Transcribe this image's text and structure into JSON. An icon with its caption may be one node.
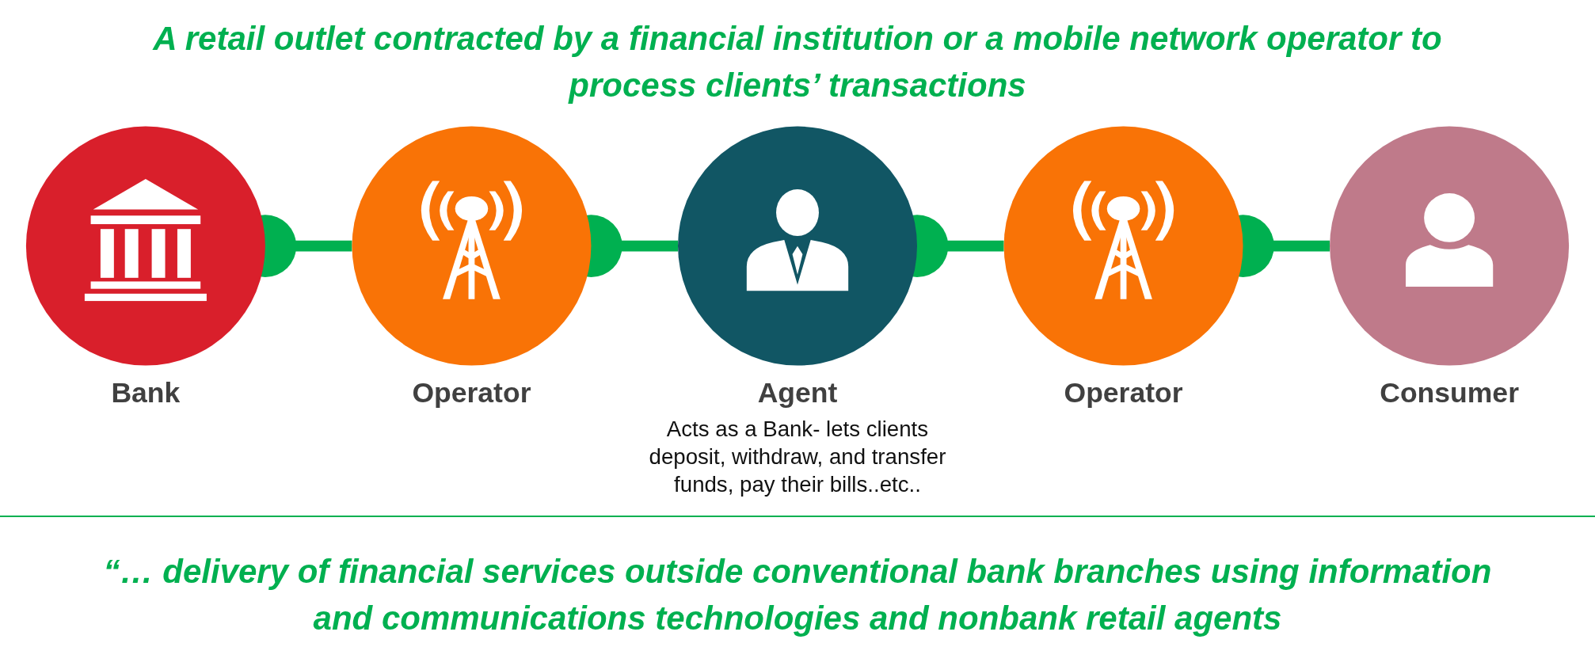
{
  "diagram": {
    "title": "A retail outlet contracted by a financial institution or a mobile network operator to process clients’ transactions",
    "nodes": [
      {
        "text": [
          "Bank"
        ]
      },
      {
        "text": [
          "Operator"
        ]
      },
      {
        "text": [
          "Agent"
        ],
        "beside": [
          "Acts as a Bank- lets clients deposit, withdraw, and transfer funds, pay their bills..etc.."
        ]
      },
      {
        "text": [
          "Operator"
        ]
      },
      {
        "text": [
          "Consumer"
        ]
      }
    ],
    "edges": [
      {
        "from": 0,
        "to": 1,
        "arrow": "other"
      },
      {
        "from": 1,
        "to": 2,
        "arrow": "other"
      },
      {
        "from": 2,
        "to": 3,
        "arrow": "other"
      },
      {
        "from": 3,
        "to": 4,
        "arrow": "other"
      }
    ],
    "caption": "“… delivery of financial services outside conventional bank branches using information and communications technologies and nonbank retail agents"
  }
}
